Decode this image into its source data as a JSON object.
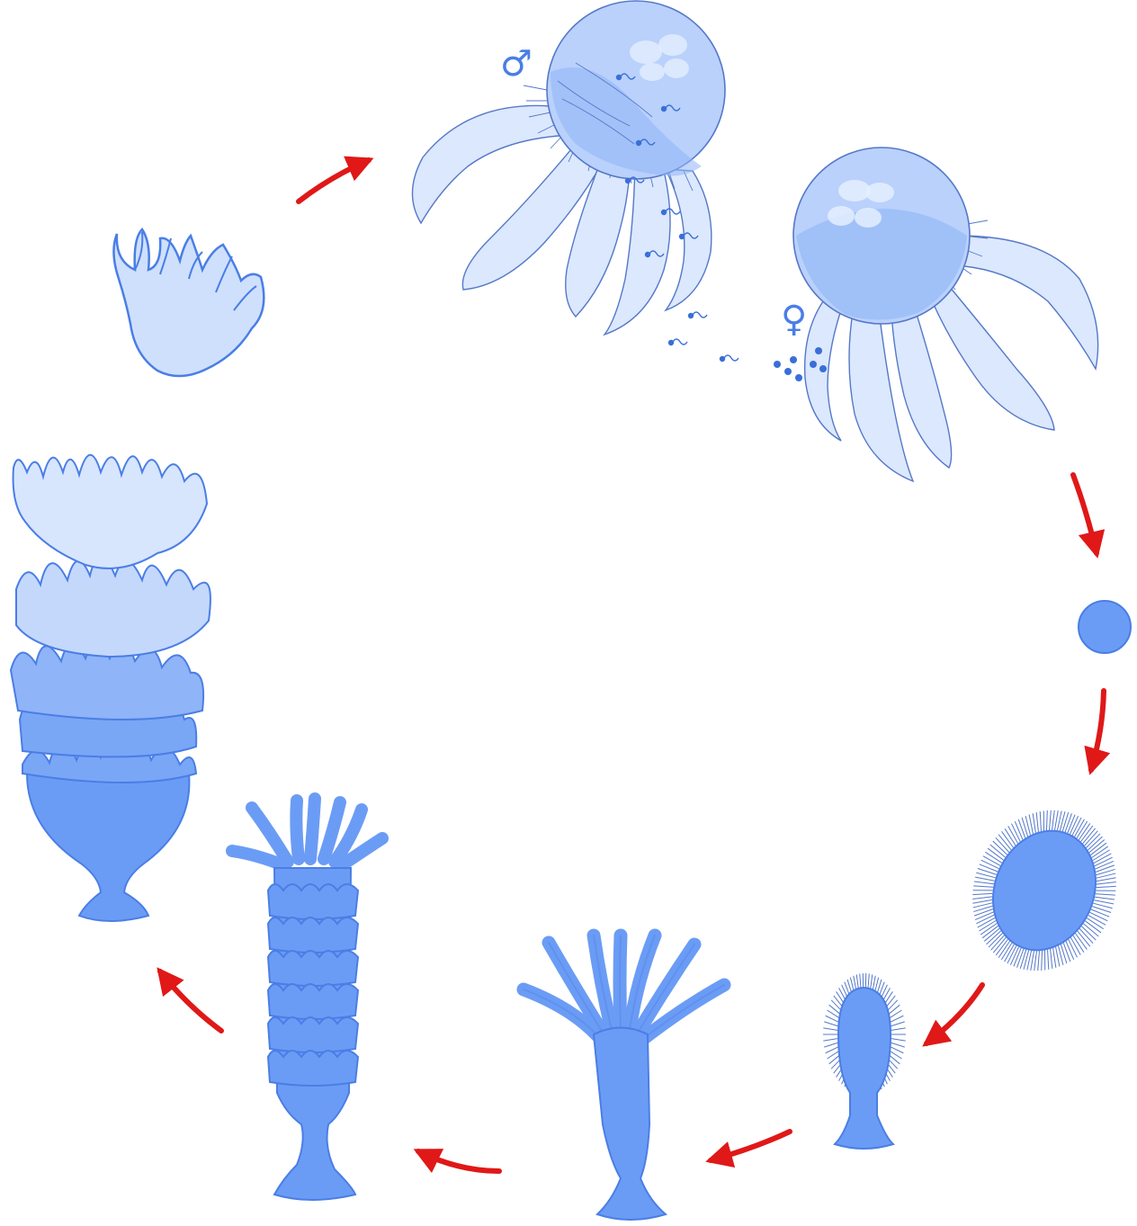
{
  "diagram": {
    "type": "life-cycle",
    "symbols": {
      "male": "♂",
      "female": "♀"
    },
    "stages": [
      "male-medusa",
      "female-medusa",
      "egg",
      "planula-larva",
      "settling-planula",
      "polyp",
      "strobila",
      "strobila-releasing-ephyrae",
      "ephyra"
    ],
    "colors": {
      "arrow": "#e01818",
      "outline": "#4a7ee6",
      "fill_dark": "#6b9cf5",
      "fill_mid": "#8fb4f7",
      "fill_light": "#cfe0fd",
      "bell": "#b9d1fb",
      "stroke_thin": "#5578c8"
    }
  }
}
